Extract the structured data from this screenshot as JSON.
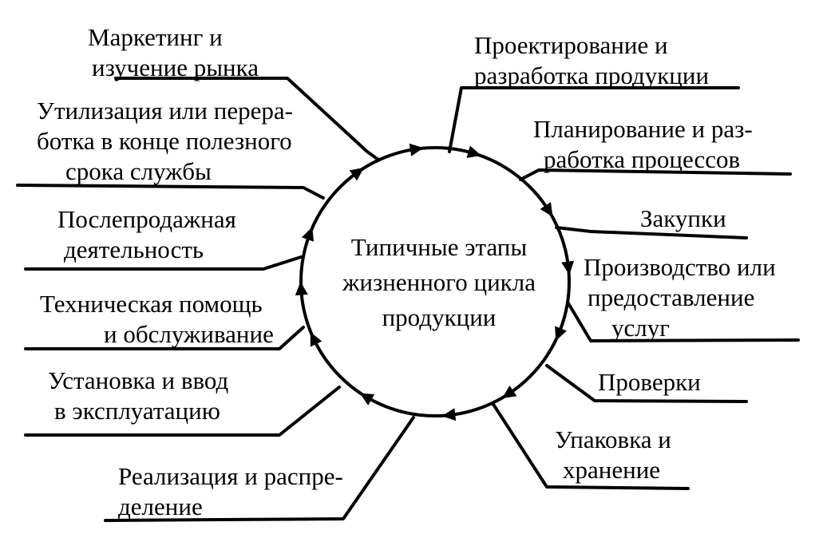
{
  "center_title": [
    "Типичные этапы",
    "жизненного цикла",
    "продукции"
  ],
  "stages": [
    {
      "id": "design",
      "lines": [
        "Проектирование и",
        "разработка продукции"
      ]
    },
    {
      "id": "process-planning",
      "lines": [
        "Планирование и раз-",
        "работка процессов"
      ]
    },
    {
      "id": "purchasing",
      "lines": [
        "Закупки"
      ]
    },
    {
      "id": "production",
      "lines": [
        "Производство или",
        "предоставление",
        "услуг"
      ]
    },
    {
      "id": "inspection",
      "lines": [
        "Проверки"
      ]
    },
    {
      "id": "packaging",
      "lines": [
        "Упаковка и",
        "хранение"
      ]
    },
    {
      "id": "sales",
      "lines": [
        "Реализация и распре-",
        "деление"
      ]
    },
    {
      "id": "installation",
      "lines": [
        "Установка и ввод",
        "в эксплуатацию"
      ]
    },
    {
      "id": "technical-support",
      "lines": [
        "Техническая помощь",
        "и обслуживание"
      ]
    },
    {
      "id": "after-sales",
      "lines": [
        "Послепродажная",
        "деятельность"
      ]
    },
    {
      "id": "disposal",
      "lines": [
        "Утилизация или перера-",
        "ботка в конце полезного",
        "срока службы"
      ]
    },
    {
      "id": "marketing",
      "lines": [
        "Маркетинг и",
        "изучение рынка"
      ]
    }
  ]
}
